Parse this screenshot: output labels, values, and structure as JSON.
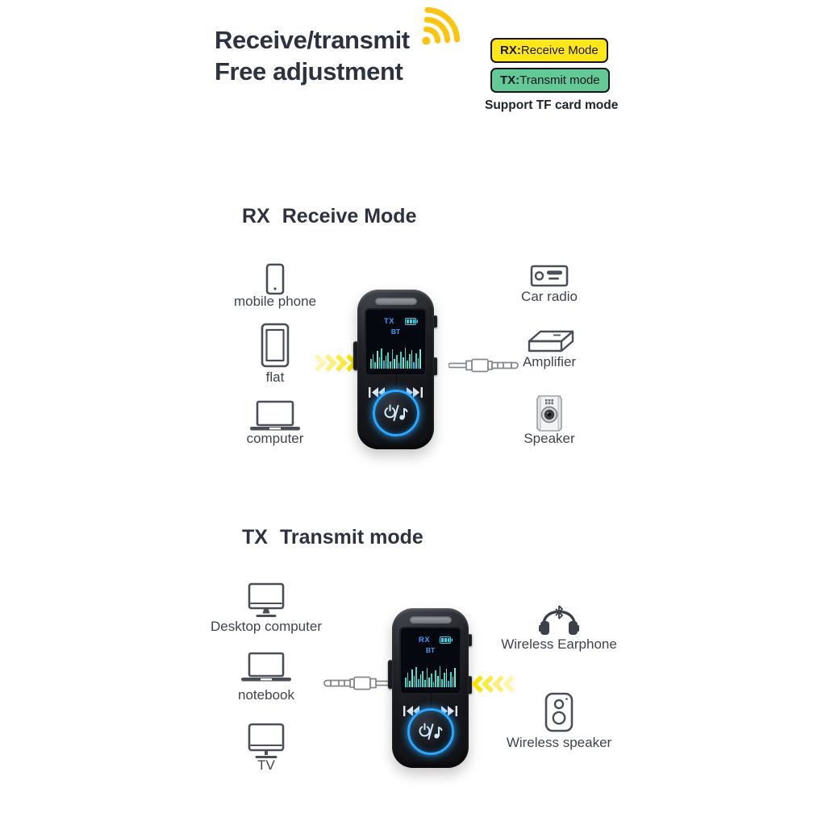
{
  "header": {
    "title_line1": "Receive/transmit",
    "title_line2": "Free adjustment",
    "wifi_icon": "wifi-signal-icon",
    "badge_rx": {
      "prefix": "RX:",
      "label": "Receive Mode",
      "bg": "#ffe619"
    },
    "badge_tx": {
      "prefix": "TX:",
      "label": "Transmit mode",
      "bg": "#63c997"
    },
    "note": "Support TF card mode"
  },
  "rx_section": {
    "heading_code": "RX",
    "heading_text": "Receive Mode",
    "sources": [
      {
        "icon": "mobile-phone-icon",
        "label": "mobile phone"
      },
      {
        "icon": "tablet-icon",
        "label": "flat"
      },
      {
        "icon": "laptop-icon",
        "label": "computer"
      }
    ],
    "targets": [
      {
        "icon": "car-radio-icon",
        "label": "Car radio"
      },
      {
        "icon": "amplifier-icon",
        "label": "Amplifier"
      },
      {
        "icon": "speaker-icon",
        "label": "Speaker"
      }
    ],
    "device": {
      "mode_label": "TX",
      "bt_label": "BT"
    },
    "arrow_direction": "right",
    "cable_icon": "aux-jack-icon"
  },
  "tx_section": {
    "heading_code": "TX",
    "heading_text": "Transmit mode",
    "sources": [
      {
        "icon": "desktop-computer-icon",
        "label": "Desktop computer"
      },
      {
        "icon": "notebook-icon",
        "label": "notebook"
      },
      {
        "icon": "tv-icon",
        "label": "TV"
      }
    ],
    "targets": [
      {
        "icon": "wireless-earphone-icon",
        "label": "Wireless Earphone"
      },
      {
        "icon": "wireless-speaker-icon",
        "label": "Wireless speaker"
      }
    ],
    "device": {
      "mode_label": "RX",
      "bt_label": "BT"
    },
    "arrow_direction": "left",
    "cable_icon": "aux-jack-icon"
  },
  "colors": {
    "wifi_yellow": "#fcc30f",
    "badge_yellow": "#ffe619",
    "badge_green": "#63c997",
    "arrow_yellow": "#f8e400",
    "title_text": "#2d3140",
    "label_text": "#3f434c",
    "screen_blue": "#3f9df5",
    "spectrum_teal": "#3bd8c6",
    "power_ring_blue": "#2aa8ff"
  }
}
